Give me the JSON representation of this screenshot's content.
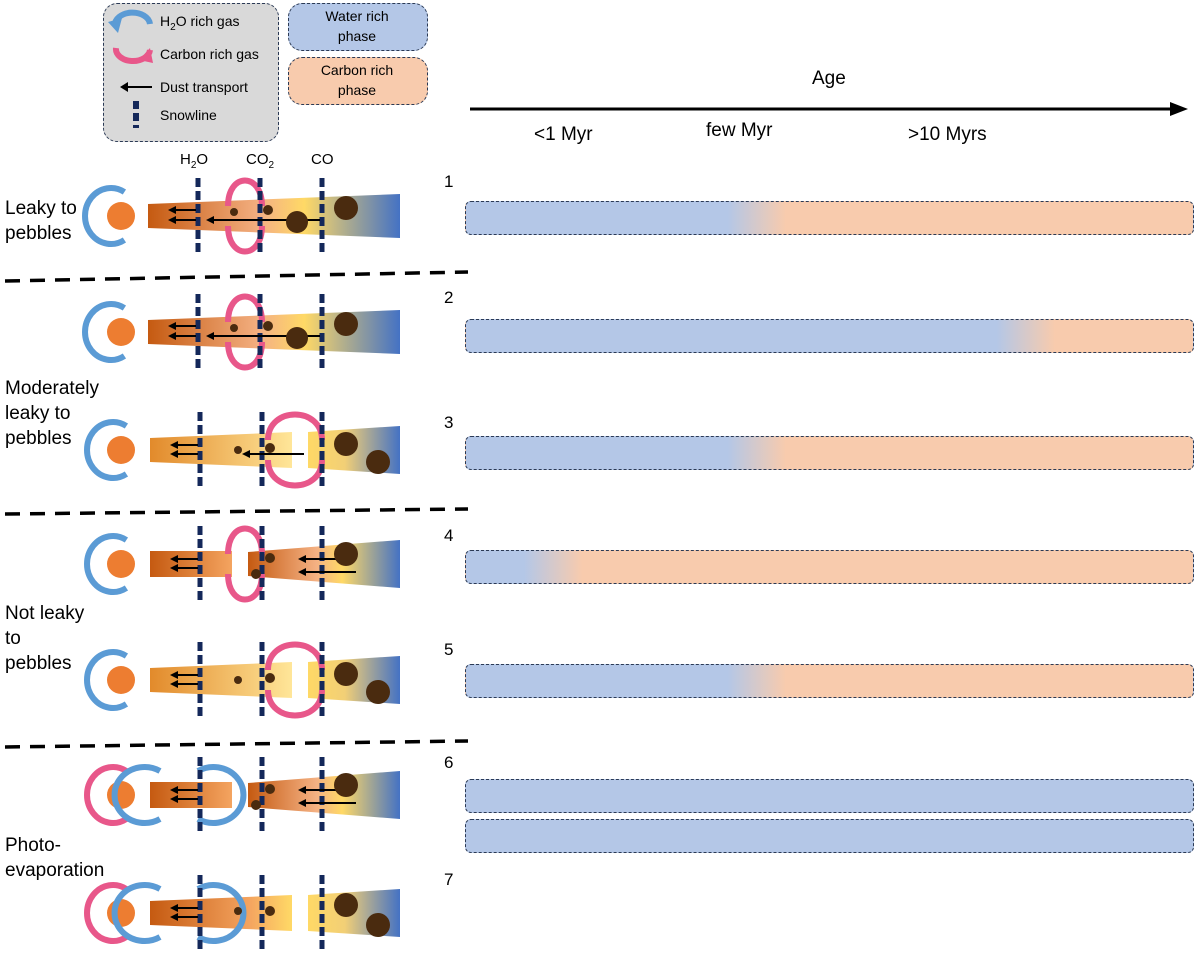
{
  "legend": {
    "h2o_gas_prefix": "H",
    "h2o_gas_sub": "2",
    "h2o_gas_suffix": "O rich gas",
    "carbon_gas": "Carbon rich gas",
    "dust_transport": "Dust transport",
    "snowline": "Snowline",
    "water_phase": "Water rich phase",
    "carbon_phase": "Carbon rich phase"
  },
  "colors": {
    "water_phase": "#b4c7e7",
    "carbon_phase": "#f8cbad",
    "h2o_arrow": "#5b9bd5",
    "carbon_arrow": "#e8578a",
    "snowline": "#14285a",
    "star": "#ed7d31"
  },
  "axis": {
    "title": "Age",
    "ticks": [
      "<1 Myr",
      "few Myr",
      ">10 Myrs"
    ]
  },
  "snowlines": {
    "h2o_prefix": "H",
    "h2o_sub": "2",
    "h2o_suffix": "O",
    "co2_prefix": "CO",
    "co2_sub": "2",
    "co": "CO"
  },
  "groups": {
    "leaky": [
      "Leaky to",
      "pebbles"
    ],
    "moderate": [
      "Moderately",
      "leaky to",
      "pebbles"
    ],
    "not_leaky": [
      "Not leaky",
      "to",
      "pebbles"
    ],
    "photo": [
      "Photo-",
      "evaporation"
    ]
  },
  "rows": [
    {
      "num": "1",
      "transition_fraction": 0.4
    },
    {
      "num": "2",
      "transition_fraction": 0.77
    },
    {
      "num": "3",
      "transition_fraction": 0.4
    },
    {
      "num": "4",
      "transition_fraction": 0.12
    },
    {
      "num": "5",
      "transition_fraction": 0.4
    },
    {
      "num": "6",
      "transition_fraction": null
    },
    {
      "num": "7",
      "transition_fraction": null
    }
  ]
}
